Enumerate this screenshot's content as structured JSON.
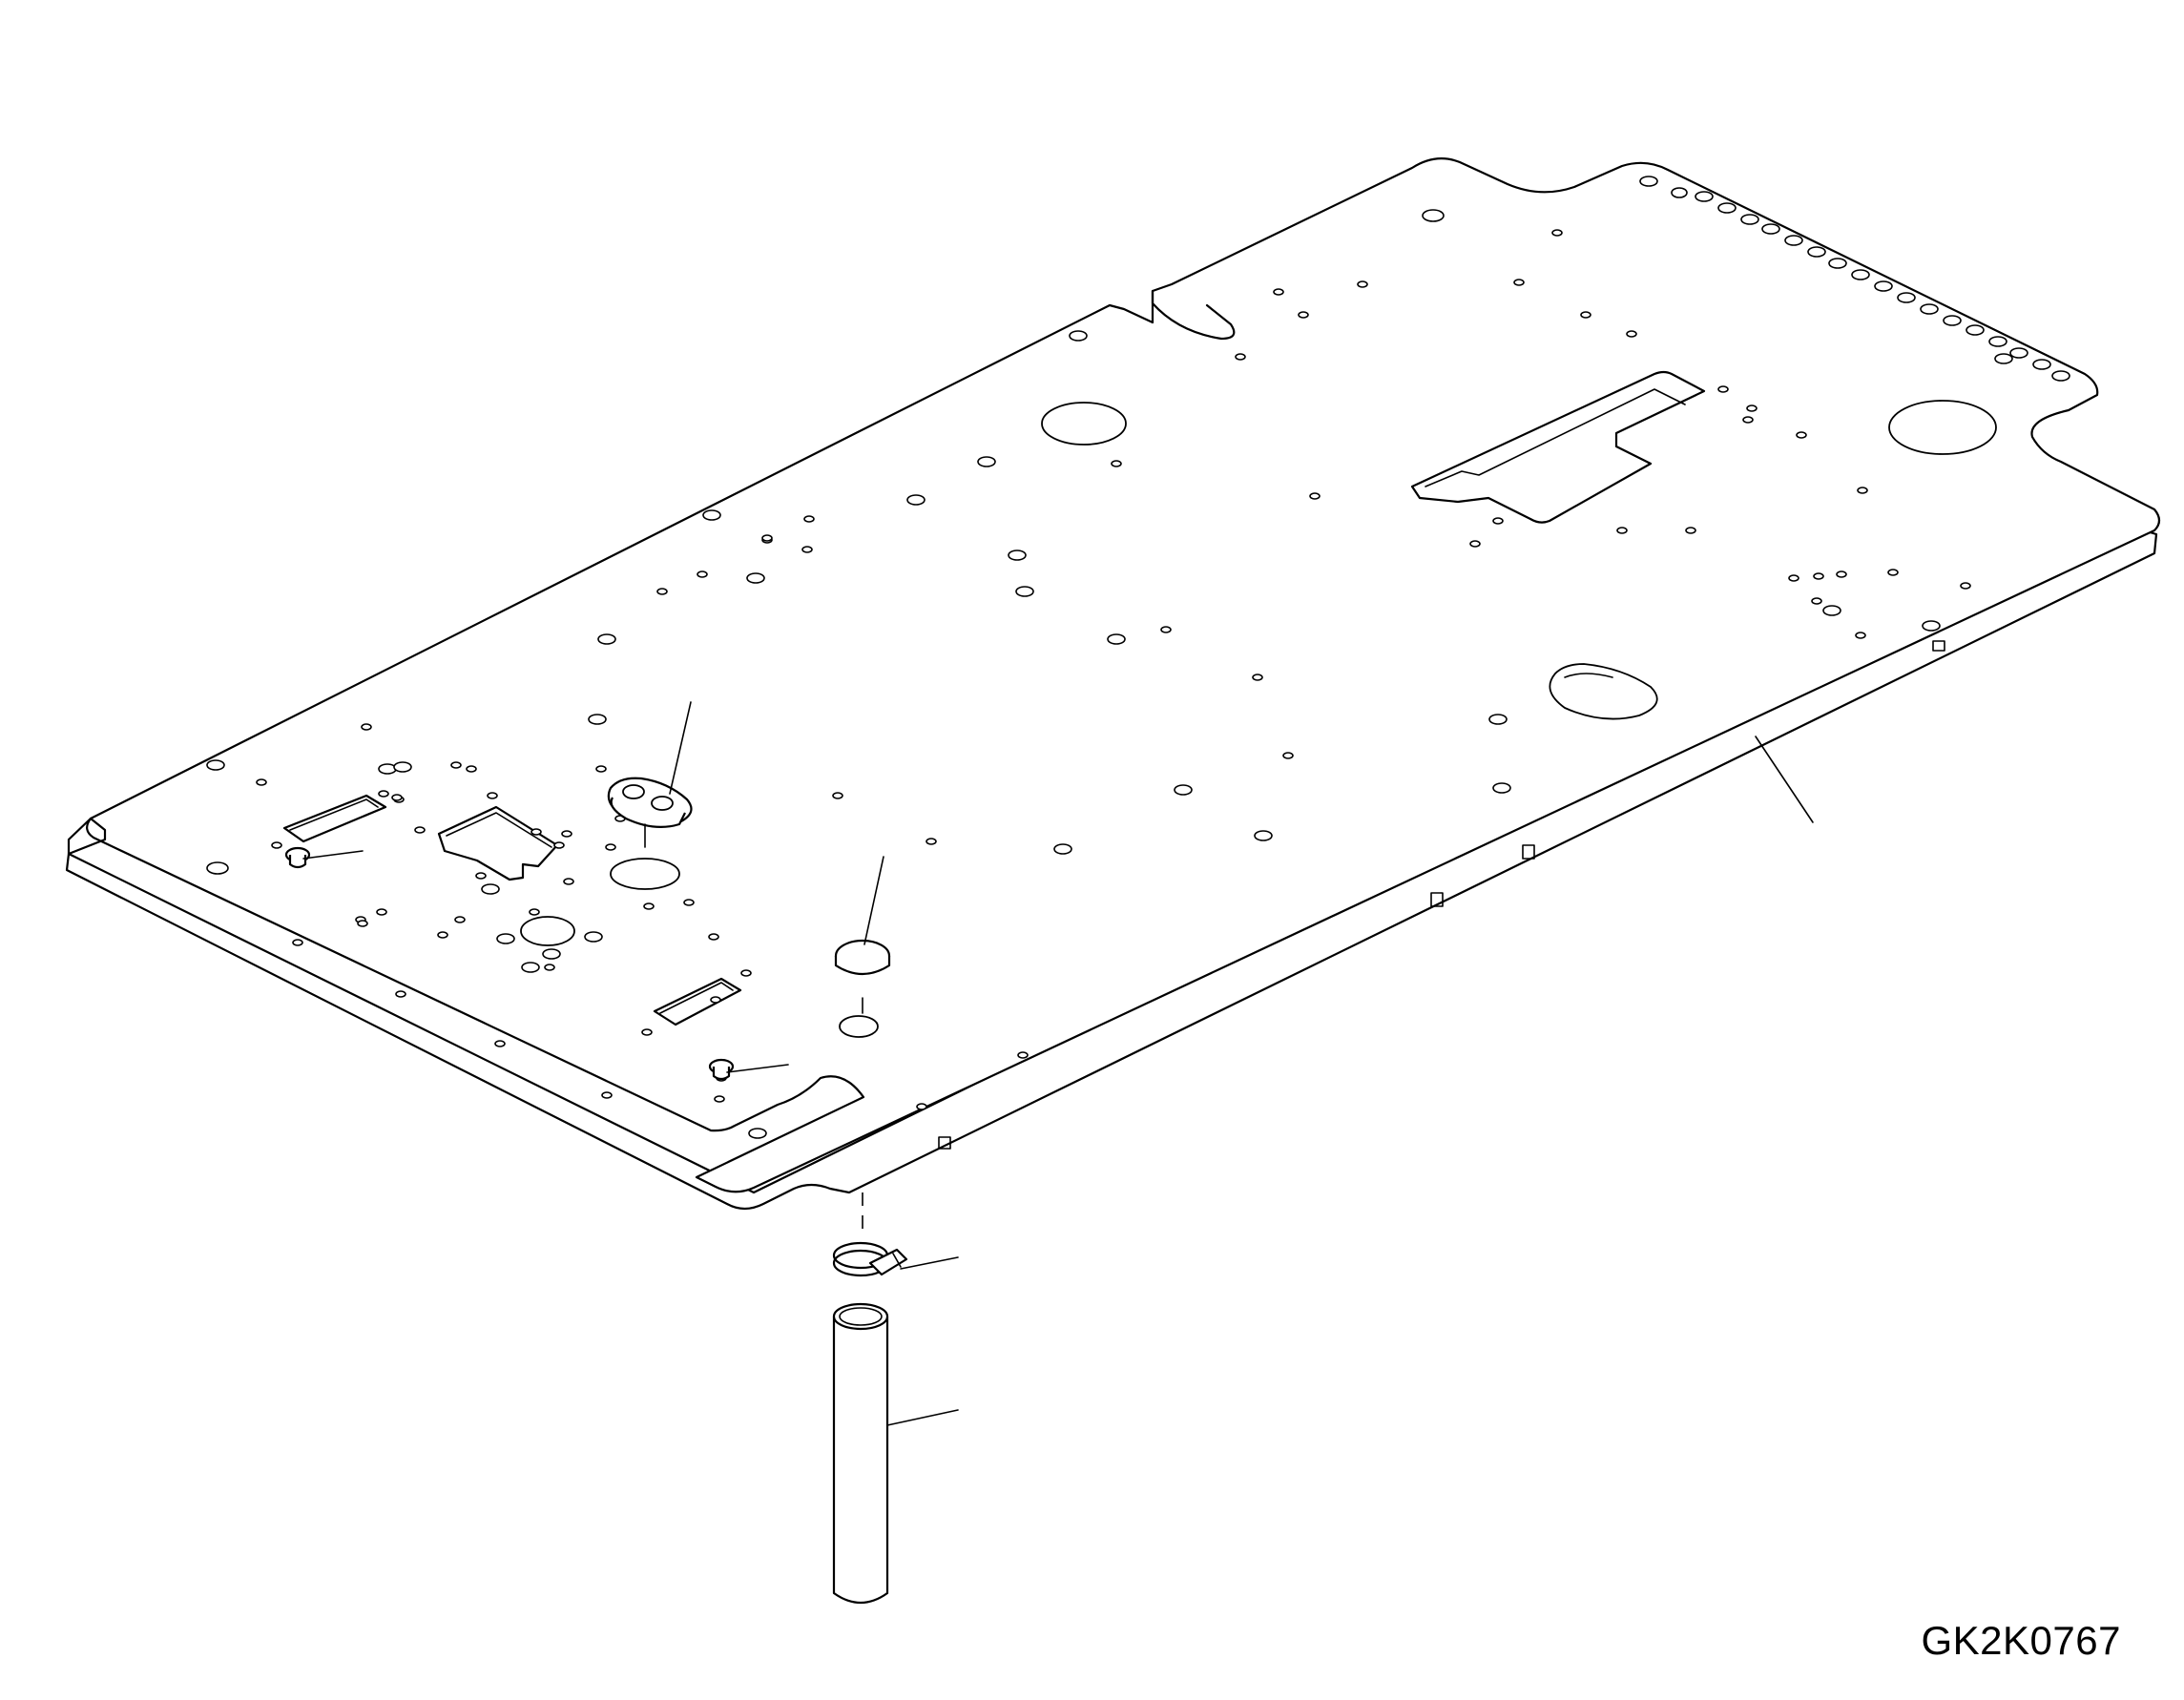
{
  "drawing": {
    "code": "GK2K0767"
  },
  "parts": [
    {
      "id": "floor-plate",
      "kind": "plate"
    },
    {
      "id": "double-hole-grommet",
      "kind": "grommet"
    },
    {
      "id": "round-plug",
      "kind": "plug"
    },
    {
      "id": "small-grommet-left",
      "kind": "grommet"
    },
    {
      "id": "small-grommet-front",
      "kind": "grommet"
    },
    {
      "id": "hose-clamp",
      "kind": "clamp"
    },
    {
      "id": "drain-hose",
      "kind": "hose"
    }
  ]
}
